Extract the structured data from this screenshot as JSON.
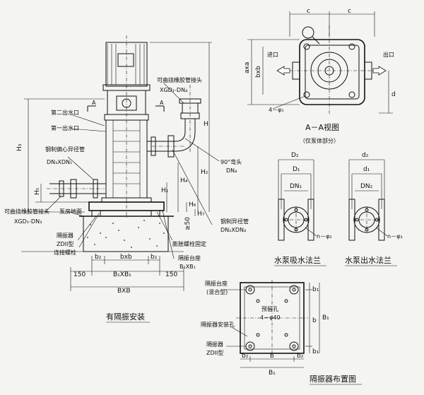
{
  "install": {
    "title": "有隔振安装",
    "flex_joint_top": "可曲挠橡胶管接头",
    "flex_joint_top_model": "XGD₁-DN₄",
    "outlet2": "第二出水口",
    "outlet1": "第一出水口",
    "reducer_left": "钢制偏心异径管",
    "reducer_left_model": "DN₃XDN₁",
    "flex_joint_bottom": "可曲挠橡胶管接头",
    "flex_joint_bottom_model": "XGD₁-DN₃",
    "floor": "泵房地面",
    "isolator": "隔振器",
    "isolator_model": "ZDII型",
    "bolt": "连接螺栓",
    "expansion_bolt": "膨胀螺栓固定",
    "isolation_base": "隔振台座",
    "base_dim": "B₁XB₁",
    "elbow": "90°弯头",
    "elbow_dn": "DN₄",
    "reducer_right": "钢制异径管",
    "reducer_right_model": "DN₂XDN₄",
    "dims": {
      "H": "H",
      "H1": "H₁",
      "H2": "H₂",
      "H3": "H₃",
      "H4": "H₄",
      "H5": "H₅",
      "H6": "H₆",
      "H7": "H₇",
      "ge50": "≥50",
      "b2": "b₂",
      "bxb": "bxb",
      "d150": "150",
      "B1XB1": "B₁XB₁",
      "BXB": "BXB"
    },
    "section_mark": "A"
  },
  "view_aa": {
    "title": "A－A视图",
    "subtitle": "（仅泵体部分）",
    "inlet": "进口",
    "outlet": "出口",
    "c": "c",
    "axa": "axa",
    "bxb": "bxb",
    "d": "d",
    "holes": "4－φ₁"
  },
  "flange_in": {
    "title": "水泵吸水法兰",
    "D2": "D₂",
    "D1": "D₁",
    "DN1": "DN₁",
    "holes": "n－φ₂"
  },
  "flange_out": {
    "title": "水泵出水法兰",
    "d2": "d₂",
    "d1": "d₁",
    "DN2": "DN₂",
    "holes": "n－φ₃"
  },
  "layout": {
    "title": "隔振器布置图",
    "base": "隔振台座",
    "base_note": "(混合型)",
    "reserved_hole": "预留孔",
    "reserved_hole_spec": "4－φ40",
    "isolator_hole": "隔振器安装孔",
    "isolator": "隔振器",
    "isolator_model": "ZDII型",
    "b1": "b₁",
    "b": "b",
    "B1": "B₁",
    "b2": "b₂"
  }
}
